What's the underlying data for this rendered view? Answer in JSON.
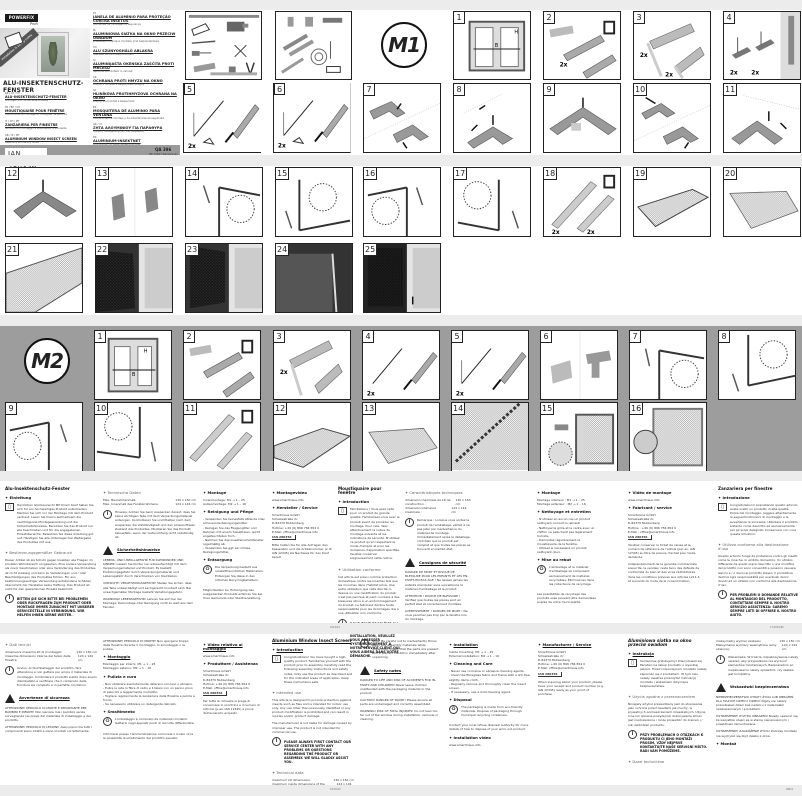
{
  "cover": {
    "brand": "POWERFIX",
    "brand_sub": "Profi",
    "sash_text": "Installation & safety notes",
    "title": "ALU-INSEKTENSCHUTZ-FENSTER",
    "languages_left": [
      {
        "code": "DE / AT / CH",
        "title": "ALU-INSEKTENSCHUTZ-FENSTER",
        "sub": "Montage- und Sicherheitshinweise"
      },
      {
        "code": "FR / BE / CH",
        "title": "MOUSTIQUAIRE POUR FENÊTRE",
        "sub": "Instructions de montage et consignes de sécurité"
      },
      {
        "code": "IT / CH / MT",
        "title": "ZANZARIERA PER FINESTRE",
        "sub": "Istruzioni di montaggio e avvertenze di sicurezza"
      },
      {
        "code": "GB / IE / MT",
        "title": "ALUMINIUM WINDOW INSECT SCREEN",
        "sub": "Assembly and safety notes"
      }
    ],
    "languages_right": [
      {
        "code": "PT",
        "title": "JANELA DE ALUMÍNIO PARA PROTEÇÃO CONTRA INSETOS",
        "sub": "Indicações de montagem e segurança"
      },
      {
        "code": "PL",
        "title": "ALUMINIOWA SIATKA NA OKNO PRZECIW OWADOM",
        "sub": "Wskazówki dotyczące montażu oraz bezpieczeństwa"
      },
      {
        "code": "HU",
        "title": "ALU SZÚNYOGHÁLÓ ABLAKRA",
        "sub": "Szerelési és biztonsági útmutató"
      },
      {
        "code": "SI",
        "title": "ALUMINIJASTA OKENSKA ZAŠČITA PROTI MRČESU",
        "sub": "Navodila za montažo in varnost"
      },
      {
        "code": "CZ",
        "title": "OCHRANA PROTI HMYZU NA OKNO",
        "sub": "Pokyny k montáži a bezpečnostní pokyny"
      },
      {
        "code": "SK",
        "title": "HLINÍKOVÁ PROTIHMYZOVÁ OCHRANA NA OKNO",
        "sub": "Pokyny pre montáž a bezpečnosť"
      },
      {
        "code": "ES",
        "title": "MOSQUITERA DE ALUMINIO PARA VENTANA",
        "sub": "Indicaciones de montaje y de advertencias de seguridad"
      },
      {
        "code": "GR / CY",
        "title": "ΣΗΤΑ ΑΛΟΥΜΙΝΙΟΥ ΓΙΑ ΠΑΡΑΘΥΡΑ",
        "sub": "Οδηγίες συναρμολόγησης και ασφάλειας"
      },
      {
        "code": "DK",
        "title": "ALUMINIUM-INSEKTNET",
        "sub": "Monterings- og sikkerhedsanvisninger"
      },
      {
        "code": "HR",
        "title": "ALUMINIJSKI PROZORSKI OKVIR ZA ZAŠTITU OD INSEKATA",
        "sub": "Napomene za montažu i sigurnost"
      }
    ],
    "ian": "IAN 280356",
    "qa": "QA 396",
    "qa_lines": [
      "DE-74167 Neckarsulm",
      "www.powerfix.info"
    ]
  },
  "m1": {
    "badge": "M1",
    "panels_row1": [
      "1",
      "2",
      "3",
      "4"
    ],
    "panels_row2": [
      "5",
      "6",
      "7",
      "8",
      "9",
      "10",
      "11"
    ],
    "panels_row3": [
      "12",
      "13",
      "14",
      "15",
      "16",
      "17",
      "18",
      "19",
      "20"
    ],
    "panels_row4": [
      "21",
      "22",
      "23",
      "24",
      "25"
    ],
    "qty_label": "2x"
  },
  "m2": {
    "badge": "M2",
    "panels_row1": [
      "1",
      "2",
      "3",
      "4",
      "5",
      "6",
      "7",
      "8"
    ],
    "panels_row2": [
      "9",
      "10",
      "11",
      "12",
      "13",
      "14",
      "15",
      "16"
    ],
    "qty_label": "2x"
  },
  "text_top": {
    "de": {
      "title": "Alu-Insektenschutz-Fenster",
      "intro_h": "Einleitung",
      "intro": "Herzlichen Glückwunsch! Mit Ihrem Kauf haben Sie sich für ein hochwertiges Produkt entschieden. Machen Sie sich vor der Montage mit dem Produkt vertraut. Lesen Sie hierzu aufmerksam die nachfolgende Montageanleitung und die Sicherheitshinweise. Benutzen Sie das Produkt nur wie beschrieben und für die angegebenen Einsatzbereiche. Bewahren Sie diese Anleitung gut auf. Händigen Sie alle Unterlagen bei Weitergabe des Produktes mit aus.",
      "use_h": "Bestimmungsgemäßer Gebrauch",
      "use": "Dieser Artikel ist als Schutz gegen Insekten wie Fliegen im privaten Wohnbereich vorgesehen. Eine andere Verwendung als zuvor beschrieben oder eine Veränderung des Produktes ist nicht zulässig und kann zu Verletzungen und / oder Beschädigungen des Produktes führen. Für aus bestimmungswidriger Verwendung entstandene Schäden übernimmt der Hersteller keine Haftung. Das Produkt ist nicht für den gewerblichen Einsatz bestimmt.",
      "warn": "BITTEN SIE SICH BITTE BEI PROBLEMEN ODER RÜCKFRAGEN ZUM PRODUKT ODER MONTAGE IMMER ZUNÄCHST MIT UNSERER SERVICESTELLE IN VERBINDUNG. WIR HELFEN IHNEN GERNE WEITER."
    },
    "de2": {
      "tech_h": "Technische Daten",
      "tech_rows": [
        [
          "Max. Baurahmenmaß:",
          "130 x 150 cm"
        ],
        [
          "Max. Innenmaß des Fensterrahmens:",
          "124 x 144 cm"
        ]
      ],
      "note": "Hinweis: Achten Sie beim Auspacken darauf, dass Sie keine wichtigen Teile mit dem Verpackungsmaterial entsorgen. Kontrollieren Sie unmittelbar nach dem Auspacken die Vollständigkeit und den einwandfreien Zustand des Produktes. Montieren Sie das Produkt keinesfalls, wenn der Lieferumfang nicht vollständig ist.",
      "safety_h": "Sicherheitshinweise",
      "safety": [
        "LEBENS- UND UNFALLGEFAHR FÜR KLEINKINDER UND KINDER! Lassen Sie Kinder nie unbeaufsichtigt mit dem Verpackungsmaterial und Produkt. Es besteht Erstickungsgefahr durch Verpackungsmaterial und Lebensgefahr durch Verschlucken von Kleinteilen.",
        "VORSICHT! VERLETZUNGSGEFAHR! Stellen Sie sicher, dass alle Teile unbeschädigt und sachgerecht montiert sind. Bei unsachgemäßer Montage besteht Verletzungsgefahr.",
        "WARNUNG! LEBENSGEFAHR! Lehnen Sie sich bei der Montage, Demontage oder Reinigung nicht zu weit aus dem Fenster."
      ]
    },
    "de3": {
      "mount_h": "Montage",
      "mount_rows": [
        "Innenmontage: M1 → 1 – 25",
        "Außenmontage: M2 → 1 – 16"
      ],
      "care_h": "Reinigung und Pflege",
      "care": [
        "Verwenden Sie keinesfalls ätzende oder scheuernde Reinigungsmittel.",
        "Reinigen Sie das Fliegengitter und Rahmen mit einem fusselfreien, leicht angefeuchteten Tuch.",
        "Nehmen Sie das Insektenschutzfenster regelmäßig ab.",
        "Verwenden Sie ggf. ein mildes Reinigungsmittel."
      ],
      "disposal_h": "Entsorgung",
      "disposal": "Die Verpackung besteht aus umweltfreundlichen Materialien. Entsorgen Sie diese in den örtlichen Recyclingbehältern.",
      "disposal2": "Möglichkeiten zur Entsorgung des ausgedienten Produkts erfahren Sie bei Ihrer Gemeinde oder Stadtverwaltung."
    },
    "de4": {
      "video_h": "Montagevideo",
      "video_url": "www.smartmaus.info",
      "service_h": "Hersteller / Service",
      "address": [
        "Smartmaus GmbH",
        "Schiekestraße 2c",
        "D-84379 Mutzenberg",
        "Hotline: +49 (0) 896 784 654 0",
        "E-Mail: office@smartmaus.info"
      ],
      "ian": "IAN 280356",
      "service_note": "Bitte halten Sie für alle Anfragen den Kassenbon und die Artikelnummer (z. B. IAN 12345) als Nachweis für den Kauf bereit."
    },
    "fr": {
      "title": "Moustiquaire pour fenêtre",
      "intro_h": "Introduction",
      "intro": "Félicitations ! Vous avez opté pour un produit de grande qualité. Familiarisez-vous avec le produit avant de procéder au montage. Pour cela, lisez attentivement la notice de montage suivante et les indications de sécurité. N'utilisez ce produit qu'en respectant le mode d'emploi et pour les domaines d'application spécifiés. Veuillez conserver soigneusement cette notice.",
      "use_h": "Utilisation conforme",
      "use": "Cet article est prévu comme protection domestique contre les insectes tels que les mouches dans l'habitat privé. Une autre utilisation que celle décrite ci-dessus ou une modification du produit n'est pas permise et peut conduire à des blessures et/ou à un endommagement du produit. Le fabricant décline toute responsabilité pour les dommages dus à une utilisation non conforme.",
      "warn": "POUR TOUT PROBLÈME OU DEMANDE CONCERNANT LE PRODUIT OU SON INSTALLATION, VEUILLEZ VOUS ADRESSER SYSTÉMATIQUEMENT À NOTRE SERVICE CLIENT QUI VOUS AIDERA DANS VOTRE DÉMARCHE."
    },
    "fr2": {
      "tech_h": "Caractéristiques techniques",
      "tech_rows": [
        [
          "dimension maximale de kit de construction :",
          "130 x 150 cm"
        ],
        [
          "dimension intérieure maximale :",
          "124 x 144 cm"
        ]
      ],
      "note": "Remarque : Lorsque vous sortez le produit de l'emballage, veillez à ne pas jeter par inadvertance du matériel de montage. Immédiatement après le déballage, contrôlez que le produit est complet et que toutes les pièces se trouvent en parfait état.",
      "safety_h": "Consignes de sécurité",
      "safety": [
        "DANGER DE MORT ET RISQUE DE BLESSURE POUR LES ENFANTS ET LES EN-FANTS EN BAS ÂGE ! Ne laissez jamais les enfants manipuler sans surveillance le matériel d'emballage et le produit.",
        "ATTENTION ! RISQUE DE BLESSURE ! Vérifiez que toutes les pièces sont en parfait état et correctement montées.",
        "AVERTISSEMENT ! DANGER DE MORT ! Ne vous penchez pas trop par la fenêtre lors du montage."
      ]
    },
    "fr3": {
      "mount_h": "Montage",
      "mount_rows": [
        "Montage intérieur : M1 → 1 – 25",
        "Montage extérieur : M2 → 1 – 16"
      ],
      "care_h": "Nettoyage et entretien",
      "care": [
        "N'utilisez en aucun cas un produit nettoyant corrosif ou abrasif.",
        "Nettoyez la grille et le cadre avec un chiffon ne peluchant pas légèrement humide.",
        "Démontez régulièrement la moustiquaire de la fenêtre.",
        "Utilisez si nécessaire un produit nettoyant doux."
      ],
      "disposal_h": "Mise au rebut",
      "disposal": "L'emballage et le matériel d'emballage se composent exclusivement de matières recyclables. Éliminez-les dans les collecteurs de recyclage.",
      "disposal2": "Les possibilités de recyclage des produits usés peuvent être demandées auprès de votre municipalité."
    },
    "fr4": {
      "video_h": "Vidéo de montage",
      "video_url": "www.smartmaus.info",
      "service_h": "Fabricant / service",
      "address": [
        "Smartmaus GmbH",
        "Schiekestraße 2c",
        "D-84379 Mutzenberg",
        "Hotline : +49 (0) 896 784 654 0",
        "E-Mail : office@smartmaus.info"
      ],
      "ian": "IAN 280356",
      "service_note": "Veuillez conserver le ticket de caisse et le numéro de référence de l'article (par ex. IAN 12345) au titre de preuve d'achat pour toute demande.",
      "guarantee": "Indépendamment de la garantie commerciale souscrite, le vendeur reste tenu des défauts de conformité du bien et des vices rédhibitoires dans les conditions prévues aux articles L211-4 et suivants du Code de la consommation."
    },
    "it": {
      "title": "Zanzariera per finestre",
      "intro_h": "Introduzione",
      "intro": "Congratulazioni! Acquistando questo articolo avete scelto un prodotto di alta qualità. Prima del montaggio, leggere attentamente le seguenti istruzioni di montaggio e le avvertenze di sicurezza. Utilizzare il prodotto soltanto come descritto ed esclusivamente per gli scopi designati. Conservare con cura queste istruzioni.",
      "use_h": "Utilizzo conforme alla destinazione d'uso",
      "use": "Questo articolo funge da protezione contro gli insetti come le mosche, in ambito domestico. Un utilizzo differente da quello sopra descritto o una modifica del prodotto non sono consentiti e possono causare lesioni e / o danni al prodotto stesso. Il produttore declina ogni responsabilità per eventuali danni dovuti ad un utilizzo non conforme alla destinazione d'uso.",
      "warn": "PER PROBLEMI O DOMANDE RELATIVE AL MONTAGGIO DEL PRODOTTO, CONTATTARE SEMPRE IL NOSTRO SERVIZIO ASSISTENZA: SAREMO SEMPRE LIETI DI OFFRIRE IL NOSTRO AIUTO."
    }
  },
  "text_bottom": {
    "it2": {
      "tech_h": "Dati tecnici",
      "tech_rows": [
        [
          "dimensioni massima kit di montaggio:",
          "130 x 150 cm"
        ],
        [
          "massime dimensioni interne del telaio della finestra:",
          "124 x 144 cm"
        ]
      ],
      "note": "Avviso: Al disimballaggio del prodotto, fare attenzione a non gettare per errore il materiale di montaggio. Controllare il prodotto subito dopo averlo disimballato e verificare che il contenuto della fornitura sia completo e in perfette condizioni.",
      "safety_h": "Avvertenze di sicurezza",
      "safety": [
        "ATTENZIONE! PERICOLO DI MORTE E IMPORTANTE PER BAMBINI E INFANTI! Non lasciare mai i bambini senza sorveglianza nei pressi del materiale di imballaggio e del prodotto.",
        "ATTENZIONE! PERICOLO DI LESIONI! Assicurarsi che tutti i componenti siano intatti e siano montati correttamente.",
        "ATTENZIONE! PERICOLO DI MORTE! Non sporgersi troppo dalla finestra durante il montaggio, lo smontaggio o la pulizia."
      ]
    },
    "it3": {
      "mount_h": "Montaggio",
      "mount_rows": [
        "Montaggio per interni: M1 → 1 – 25",
        "Montaggio esterno: M2 → 1 – 16"
      ],
      "care_h": "Pulizia e cura",
      "care": [
        "Non utilizzare assolutamente detersivi corrosivi o abrasivi.",
        "Pulire la rete in fibra di vetro e il telaio con un panno privo di pelucchi e leggermente inumidito.",
        "Togliere regolarmente la zanzariera dalla finestra e pulirla a fondo.",
        "Se necessario utilizzare un detergente delicato."
      ],
      "disposal_h": "Smaltimento",
      "disposal": "L'imballaggio è composto da materiali riciclabili. Gettarlo negli appositi punti di raccolta differenziata.",
      "disposal2": "Informarsi presso l'amministrazione comunale o locale circa le possibilità di smaltimento del prodotto esausto."
    },
    "it4": {
      "video_h": "Video relativo al montaggio",
      "video_url": "www.smartmaus.info",
      "service_h": "Produttore / Assistenza",
      "address": [
        "Smartmaus GmbH",
        "Schiekestraße 2c",
        "D-84379 Mutzenberg",
        "Hotline: +49 (0) 896 784 654 0",
        "E-Mail: office@smartmaus.info"
      ],
      "ian": "IAN 280356",
      "service_note": "Per tutte le richieste si prega di conservare lo scontrino e il numero di articolo (p.es. IAN 12345) a prova dell'avvenuto acquisto."
    },
    "en": {
      "title": "Aluminium Window Insect Screen",
      "intro_h": "Introduction",
      "intro": "Congratulations! You have bought a high-quality product. Familiarise yourself with the product prior to assembly. Carefully read the following assembly instructions and safety notes. Only use the product as described and for the indicated areas of application. Keep these instructions safe.",
      "use_h": "Intended use",
      "use": "This article is designed to provide protection against insects such as flies and is intended for indoor use only. Any use other than previously identified or any product modification is prohibited and can result in injuries and/or product damage.",
      "use2": "The manufacturer is not liable for damage caused by improper use. The product is not intended for commercial use.",
      "warn": "PLEASE ALWAYS FIRST CONTACT OUR SERVICE CENTER WITH ANY PROBLEMS OR QUESTIONS REGARDING THE PRODUCT OR ASSEMBLY. WE WILL GLADLY ASSIST YOU.",
      "tech_h": "Technical data",
      "tech_rows": [
        [
          "maximum kit dimensions:",
          "130 x 150 cm"
        ],
        [
          "maximum inside dimensions of the window frame:",
          "124 x 144 cm"
        ]
      ]
    },
    "en2": {
      "note": "Note: Be careful not to inadvertently throw away any assembly materials while unpacking. Check that the parts are present and in perfect condition immediately after unpacking.",
      "safety_h": "Safety notes",
      "safety": [
        "DANGER TO LIFE AND RISK OF ACCIDENTS FOR IN-FANTS AND CHILDREN! Never leave children unattended with the packaging material or the product.",
        "CAUTION! DANGER OF INJURY! Please ensure all parts are undamaged and correctly assembled.",
        "WARNING! RISK OF FATAL INJURIES! Do not lean too far out of the window during installation, removal or cleaning."
      ]
    },
    "en3": {
      "mount_h": "Installation",
      "mount_rows": [
        "Inside mounting: M1 → 1 – 25",
        "External installation: M2 → 1 – 16"
      ],
      "care_h": "Cleaning and Care",
      "care": [
        "Never use corrosive or abrasive cleaning agents.",
        "Clean the fibreglass fabric and frame with a lint-free, slightly damp cloth.",
        "Regularly remove and thoroughly clean the insect screen.",
        "If necessary, use a mild cleaning agent."
      ],
      "disposal_h": "Disposal",
      "disposal": "The packaging is made from eco-friendly materials. Dispose of packaging through municipal recycling containers.",
      "disposal2": "Contact your local refuse disposal authority for more details of how to dispose of your worn-out product.",
      "video_h": "Installation video",
      "video_url": "www.smartmaus.info"
    },
    "en4": {
      "service_h": "Manufacturer / Service",
      "address": [
        "Smartmaus GmbH",
        "Schiekestraße 2c",
        "D-84379 Mutzenberg",
        "Hotline: +49 (0) 896 784 654 0",
        "E-Mail: office@smartmaus.info"
      ],
      "ian": "IAN 280356",
      "service_note": "When inquiring about your product, please have your receipt and product number (e.g. IAN 12345) ready as your proof of purchase."
    },
    "pl": {
      "title": "Aluminiowa siatka na okno przeciw owadom",
      "intro_h": "Instrukcja",
      "intro": "Serdecznie gratulujemy! Zdecydowali się Państwo na zakup produktu o wysokiej jakości. Przed rozpoczęciem montażu należy zapoznać się z produktem. W tym celu należy uważnie przeczytać instrukcję montażu i wskazówki dotyczące bezpieczeństwa.",
      "use_h": "Użycie zgodne z przeznaczeniem",
      "use": "Niniejszy artykuł przewidziany jest do stosowania jako ochrona przed owadami jak muchy, w prywatnych pomieszczeniach mieszkalnych. Użycie inne niż opisane powyżej lub dokonywanie zmian jest niedozwolone i może prowadzić do zranień i / lub uszkodzeń produktu.",
      "warn": "PRZY PROBLEMACH O OTÁZKÁCH K PRODUKTU ČI JEHO MONTÁŽI PROSÍM, VŽDY NEJPRVE KONTAKTUJTE NAŠE SERVISNÍ MÍSTO. RÁDI VÁM POMŮŽEME.",
      "tech_h": "Dane techniczne"
    },
    "pl2": {
      "tech_rows": [
        [
          "maksymalny wymiar zestawu:",
          "130 x 150 cm"
        ],
        [
          "Maksymalne wymiary wewnętrzne ramy okiennej:",
          "124 x 144 cm"
        ]
      ],
      "note": "Wskazówka: W trakcie rozpakowywania należy uważać, aby przypadkowo nie wyrzucić elementów montażowych. Bezpośrednio po rozpakowaniu należy sprawdzić, czy zestaw jest kompletny.",
      "safety_h": "Wskazówki bezpieczeństwa",
      "safety": [
        "NIEBEZPIECZEŃSTWO UTRATY ŻYCIA LUB OBRAŻEŃ DLA MAŁYCH DZIECI I DZIECI! Nigdy nie należy pozostawiać dzieci bez nadzoru z materiałem opakowaniowym i produktem.",
        "OSTRZEŻENIE! RYZYKO OBRAŻEŃ! Należy upewnić się, że wszystkie części są w stanie nienaruszonym i prawidłowo zamontowane.",
        "OSTRZEŻENIE! ZAGROŻENIE ŻYCIA! Podczas montażu nie wychylać się zbyt daleko z okna."
      ],
      "mount_h": "Montaż"
    }
  },
  "footer_codes": [
    "1616/44",
    "22/02/22",
    "17/2016/8V",
    "WNA1"
  ]
}
